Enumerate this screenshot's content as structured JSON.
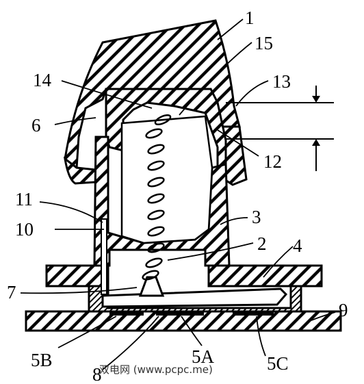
{
  "labels": {
    "l1": "1",
    "l15": "15",
    "l14": "14",
    "l13": "13",
    "l6": "6",
    "l12": "12",
    "l11": "11",
    "l3": "3",
    "l10": "10",
    "l2": "2",
    "l4": "4",
    "l7": "7",
    "l9": "9",
    "l5B": "5B",
    "l5A": "5A",
    "l5C": "5C",
    "l8": "8"
  },
  "watermark": "双电网 (www.pcpc.me)"
}
